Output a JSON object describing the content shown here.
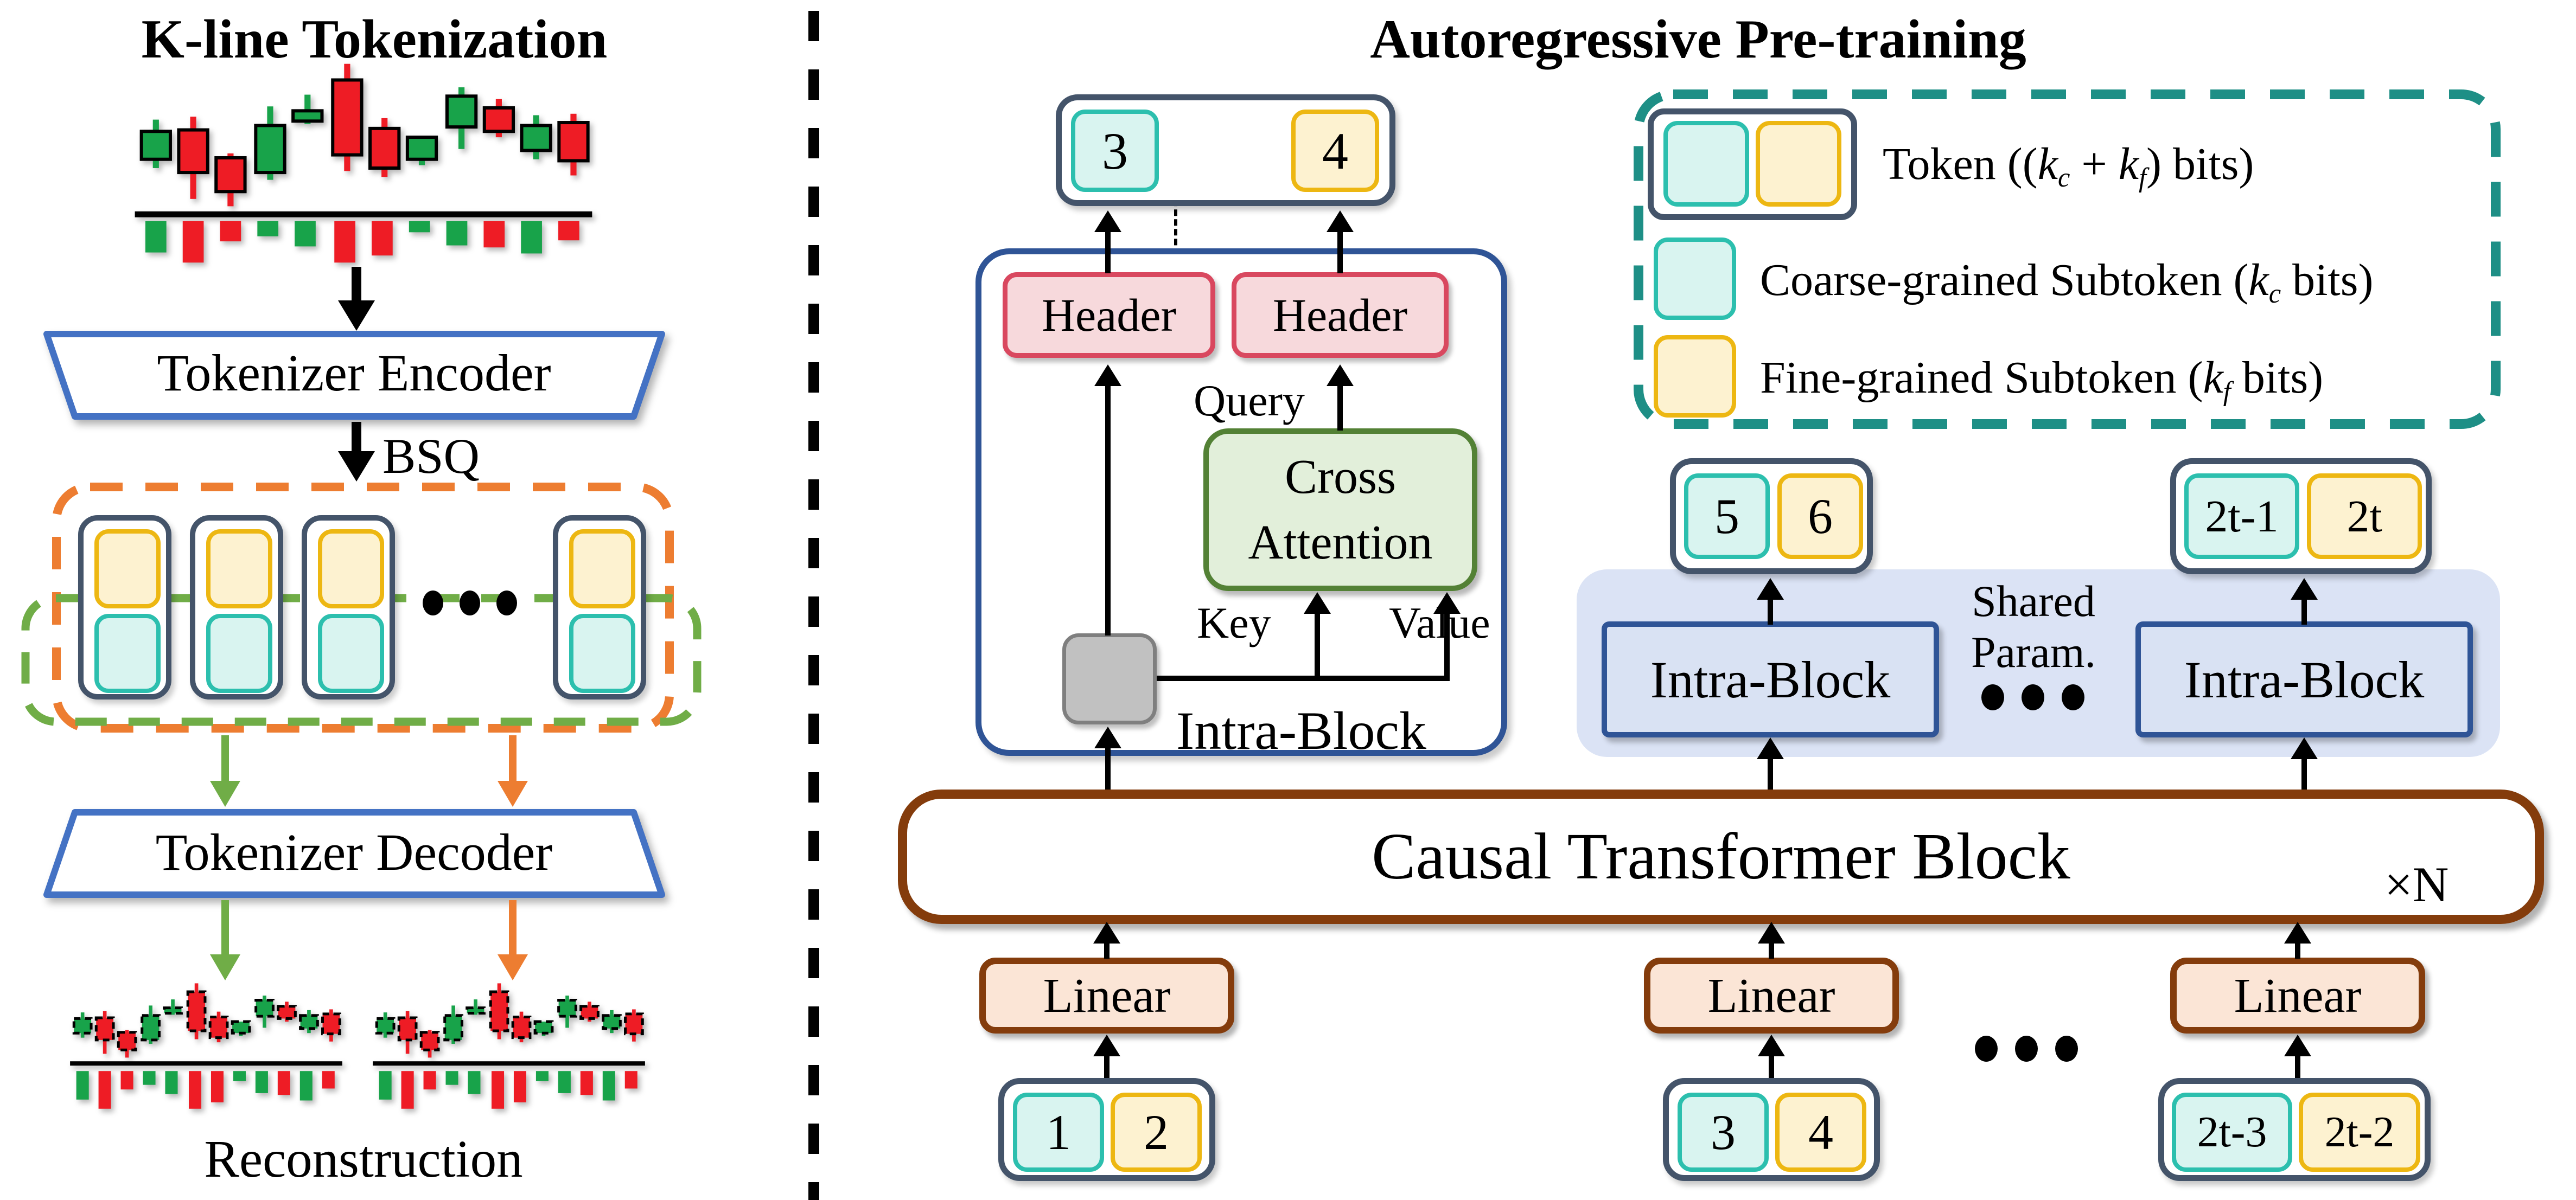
{
  "colors": {
    "accent_blue": "#4472c4",
    "navy": "#2f5496",
    "slate": "#44546a",
    "teal_fill": "#d9f4f0",
    "teal_border": "#2cbfae",
    "yellow_fill": "#fdf2d0",
    "yellow_border": "#edb712",
    "pink_fill": "#f7d9dc",
    "pink_border": "#d9485f",
    "green_fill": "#e2efda",
    "green_border": "#538135",
    "lavender": "#dbe3f5",
    "lavender_box": "#d9e2f3",
    "brown": "#843c0c",
    "linear_fill": "#fbe5d6",
    "orange": "#ed7d31",
    "green_arrow": "#70ad47",
    "legend_teal": "#1e8f86",
    "gray_fill": "#c1c1c1",
    "gray_border": "#7f7f7f",
    "candle_green": "#18a34a",
    "candle_red": "#ee1c25"
  },
  "left": {
    "title": "K-line Tokenization",
    "encoder_label": "Tokenizer Encoder",
    "bsq_label": "BSQ",
    "decoder_label": "Tokenizer Decoder",
    "reconstruction_label": "Reconstruction"
  },
  "right": {
    "title": "Autoregressive Pre-training",
    "out_token": {
      "coarse": "3",
      "fine": "4"
    },
    "header_label": "Header",
    "query_label": "Query",
    "key_label": "Key",
    "value_label": "Value",
    "cross_line1": "Cross",
    "cross_line2": "Attention",
    "intra_detail_label": "Intra-Block",
    "legend": {
      "token_row": {
        "pre": "Token ((",
        "k1": "k",
        "s1": "c",
        "mid": " + ",
        "k2": "k",
        "s2": "f",
        "post": ") bits)"
      },
      "coarse_row": {
        "pre": "Coarse-grained Subtoken (",
        "k": "k",
        "s": "c",
        "post": " bits)"
      },
      "fine_row": {
        "pre": "Fine-grained Subtoken (",
        "k": "k",
        "s": "f",
        "post": " bits)"
      }
    },
    "token_56": {
      "coarse": "5",
      "fine": "6"
    },
    "token_2t": {
      "coarse": "2t-1",
      "fine": "2t"
    },
    "shared_line1": "Shared",
    "shared_line2": "Param.",
    "intra_block_label": "Intra-Block",
    "causal_label": "Causal Transformer Block",
    "repeat_label": "×N",
    "linear_label": "Linear",
    "tokens_bottom": [
      {
        "coarse": "1",
        "fine": "2"
      },
      {
        "coarse": "3",
        "fine": "4"
      },
      {
        "coarse": "2t-3",
        "fine": "2t-2"
      }
    ]
  },
  "chart_data": {
    "type": "candlestick",
    "title": "Stylized K-line (OHLC) chart with volume bars; same series reused for the two reconstruction charts",
    "candles": [
      {
        "x": 5.5,
        "dir": "g",
        "wt": 39,
        "bt": 47,
        "bb": 66,
        "wb": 72
      },
      {
        "x": 13.5,
        "dir": "r",
        "wt": 37,
        "bt": 46,
        "bb": 75,
        "wb": 93
      },
      {
        "x": 21.5,
        "dir": "r",
        "wt": 62,
        "bt": 65,
        "bb": 88,
        "wb": 98
      },
      {
        "x": 30,
        "dir": "g",
        "wt": 30,
        "bt": 43,
        "bb": 75,
        "wb": 80
      },
      {
        "x": 38,
        "dir": "g",
        "wt": 22,
        "bt": 33,
        "bb": 40,
        "wb": 42
      },
      {
        "x": 46.5,
        "dir": "r",
        "wt": 1,
        "bt": 12,
        "bb": 63,
        "wb": 74
      },
      {
        "x": 54.5,
        "dir": "r",
        "wt": 38,
        "bt": 45,
        "bb": 72,
        "wb": 78
      },
      {
        "x": 62.5,
        "dir": "g",
        "wt": 51,
        "bt": 51,
        "bb": 66,
        "wb": 70
      },
      {
        "x": 71,
        "dir": "g",
        "wt": 17,
        "bt": 23,
        "bb": 44,
        "wb": 59
      },
      {
        "x": 79,
        "dir": "r",
        "wt": 25,
        "bt": 31,
        "bb": 47,
        "wb": 51
      },
      {
        "x": 87,
        "dir": "g",
        "wt": 36,
        "bt": 43,
        "bb": 60,
        "wb": 66
      },
      {
        "x": 95,
        "dir": "r",
        "wt": 35,
        "bt": 41,
        "bb": 67,
        "wb": 77
      }
    ],
    "volumes": [
      {
        "x": 5.5,
        "h": 62,
        "dir": "g"
      },
      {
        "x": 13.5,
        "h": 82,
        "dir": "r"
      },
      {
        "x": 21.5,
        "h": 40,
        "dir": "r"
      },
      {
        "x": 29.5,
        "h": 30,
        "dir": "g"
      },
      {
        "x": 37.5,
        "h": 50,
        "dir": "g"
      },
      {
        "x": 46,
        "h": 82,
        "dir": "r"
      },
      {
        "x": 54,
        "h": 68,
        "dir": "r"
      },
      {
        "x": 62,
        "h": 22,
        "dir": "g"
      },
      {
        "x": 70,
        "h": 48,
        "dir": "g"
      },
      {
        "x": 78,
        "h": 52,
        "dir": "r"
      },
      {
        "x": 86,
        "h": 64,
        "dir": "g"
      },
      {
        "x": 94,
        "h": 38,
        "dir": "r"
      }
    ]
  }
}
